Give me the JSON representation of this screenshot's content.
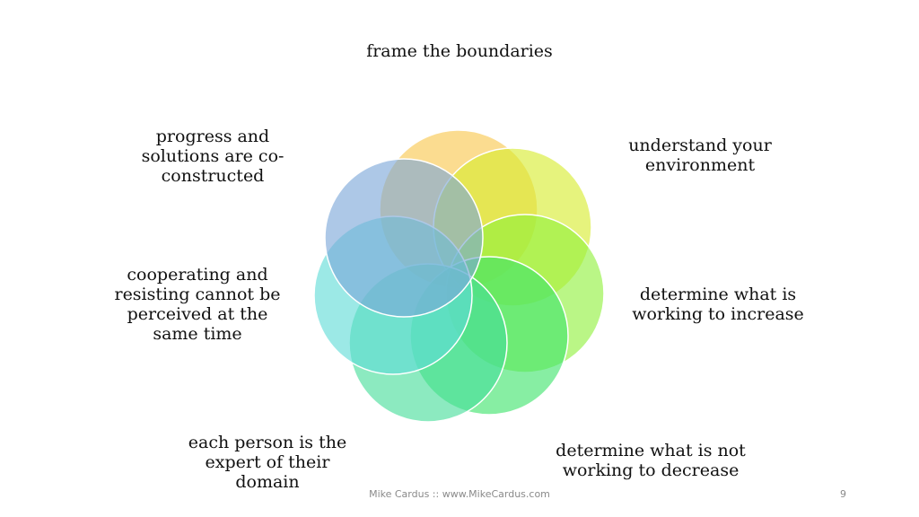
{
  "slide": {
    "footer": "Mike Cardus :: www.MikeCardus.com",
    "page_number": "9"
  },
  "petals": [
    {
      "lines": [
        "frame the boundaries"
      ],
      "color": "#f9c64c"
    },
    {
      "lines": [
        "understand your",
        "environment"
      ],
      "color": "#d7ec2d"
    },
    {
      "lines": [
        "determine what is",
        "working to increase"
      ],
      "color": "#8ff03c"
    },
    {
      "lines": [
        "determine what is not",
        "working to decrease"
      ],
      "color": "#3de46a"
    },
    {
      "lines": [
        "each person is the",
        "expert of their",
        "domain"
      ],
      "color": "#45dd9a"
    },
    {
      "lines": [
        "cooperating and",
        "resisting cannot be",
        "perceived at the",
        "same time"
      ],
      "color": "#5fdcd6"
    },
    {
      "lines": [
        "progress and",
        "solutions are co-",
        "constructed"
      ],
      "color": "#7aa6d8"
    }
  ]
}
